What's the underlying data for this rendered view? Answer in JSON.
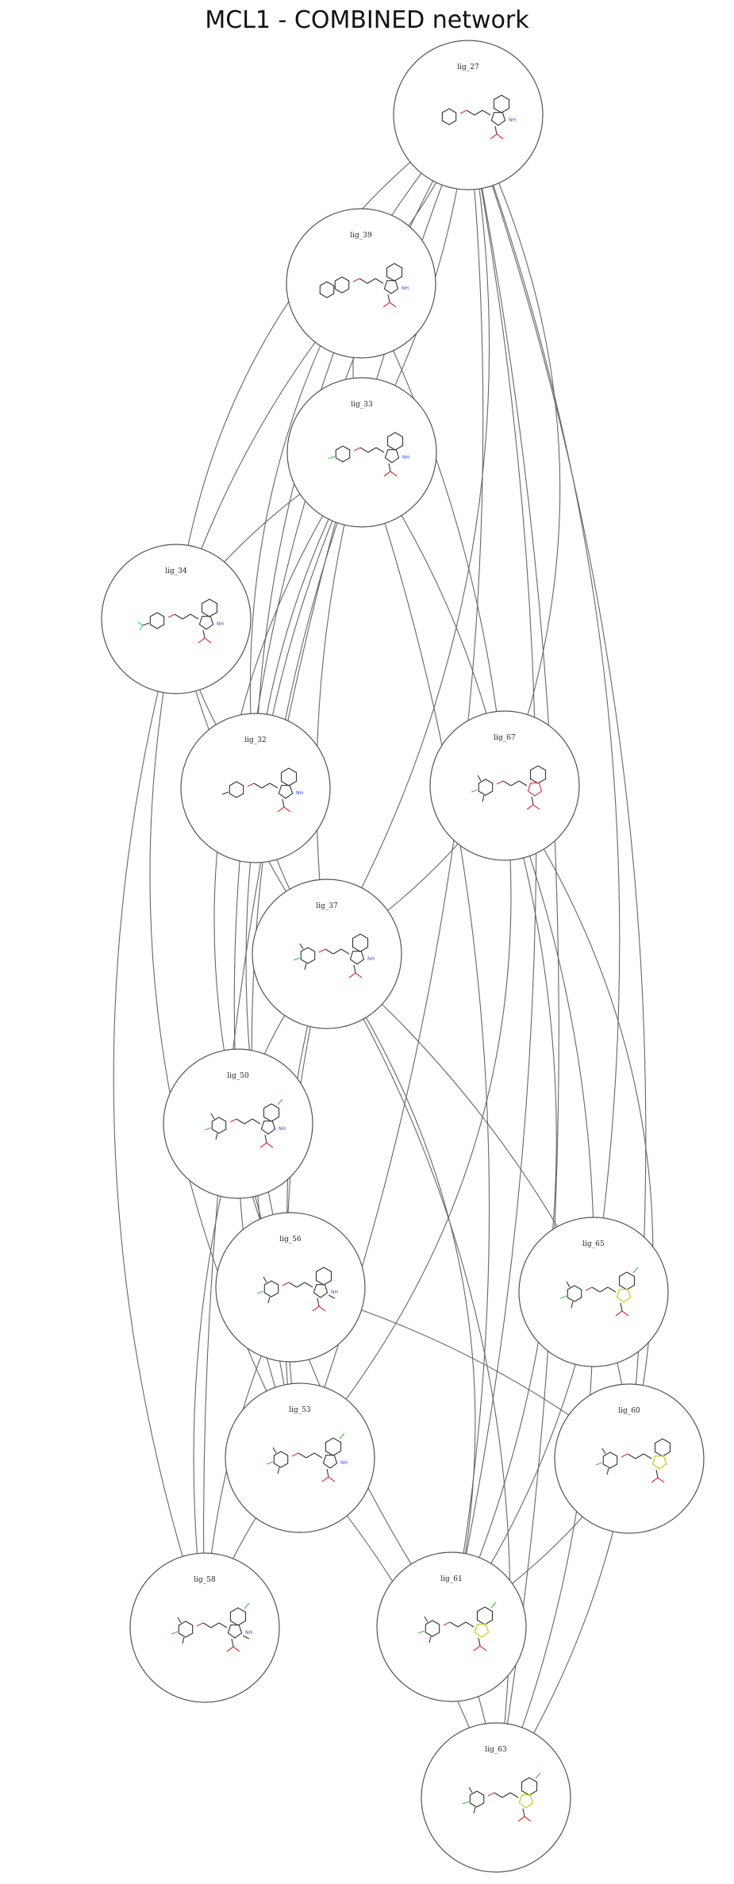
{
  "title": "MCL1 - COMBINED network",
  "nodes": [
    {
      "id": "lig_27",
      "label": "lig_27",
      "substituent": "phenyl",
      "core": "indole"
    },
    {
      "id": "lig_39",
      "label": "lig_39",
      "substituent": "biphenyl",
      "core": "indole"
    },
    {
      "id": "lig_33",
      "label": "lig_33",
      "substituent": "chlorophenyl",
      "core": "indole"
    },
    {
      "id": "lig_34",
      "label": "lig_34",
      "substituent": "trifluoromethylphenyl",
      "core": "indole"
    },
    {
      "id": "lig_32",
      "label": "lig_32",
      "substituent": "methylphenyl",
      "core": "indole"
    },
    {
      "id": "lig_67",
      "label": "lig_67",
      "substituent": "chlorodimethylphenyl",
      "core": "benzofuran"
    },
    {
      "id": "lig_37",
      "label": "lig_37",
      "substituent": "chlorodimethylphenyl",
      "core": "indole"
    },
    {
      "id": "lig_50",
      "label": "lig_50",
      "substituent": "chlorodimethylphenyl",
      "core": "chloroindole"
    },
    {
      "id": "lig_56",
      "label": "lig_56",
      "substituent": "chlorodimethylphenyl",
      "core": "N-methylindole"
    },
    {
      "id": "lig_65",
      "label": "lig_65",
      "substituent": "chlorodimethylphenyl",
      "core": "chlorobenzothiophene"
    },
    {
      "id": "lig_53",
      "label": "lig_53",
      "substituent": "chlorodimethylphenyl",
      "core": "chloroindole"
    },
    {
      "id": "lig_60",
      "label": "lig_60",
      "substituent": "chlorodimethylphenyl",
      "core": "benzothiophene"
    },
    {
      "id": "lig_58",
      "label": "lig_58",
      "substituent": "chlorodimethylphenyl",
      "core": "chloro-N-methylindole"
    },
    {
      "id": "lig_61",
      "label": "lig_61",
      "substituent": "chlorodimethylphenyl",
      "core": "chlorobenzothiophene"
    },
    {
      "id": "lig_63",
      "label": "lig_63",
      "substituent": "chlorodimethylphenyl",
      "core": "chlorobenzothiophene"
    }
  ],
  "edges": [
    [
      "lig_27",
      "lig_39"
    ],
    [
      "lig_27",
      "lig_33"
    ],
    [
      "lig_27",
      "lig_34"
    ],
    [
      "lig_27",
      "lig_32"
    ],
    [
      "lig_27",
      "lig_67"
    ],
    [
      "lig_27",
      "lig_37"
    ],
    [
      "lig_27",
      "lig_50"
    ],
    [
      "lig_27",
      "lig_65"
    ],
    [
      "lig_27",
      "lig_60"
    ],
    [
      "lig_27",
      "lig_61"
    ],
    [
      "lig_27",
      "lig_63"
    ],
    [
      "lig_27",
      "lig_58"
    ],
    [
      "lig_27",
      "lig_53"
    ],
    [
      "lig_39",
      "lig_33"
    ],
    [
      "lig_39",
      "lig_34"
    ],
    [
      "lig_39",
      "lig_32"
    ],
    [
      "lig_39",
      "lig_67"
    ],
    [
      "lig_33",
      "lig_34"
    ],
    [
      "lig_33",
      "lig_32"
    ],
    [
      "lig_33",
      "lig_67"
    ],
    [
      "lig_33",
      "lig_37"
    ],
    [
      "lig_33",
      "lig_50"
    ],
    [
      "lig_33",
      "lig_53"
    ],
    [
      "lig_33",
      "lig_61"
    ],
    [
      "lig_33",
      "lig_56"
    ],
    [
      "lig_34",
      "lig_32"
    ],
    [
      "lig_34",
      "lig_37"
    ],
    [
      "lig_34",
      "lig_53"
    ],
    [
      "lig_34",
      "lig_58"
    ],
    [
      "lig_32",
      "lig_37"
    ],
    [
      "lig_67",
      "lig_37"
    ],
    [
      "lig_67",
      "lig_53"
    ],
    [
      "lig_67",
      "lig_61"
    ],
    [
      "lig_67",
      "lig_65"
    ],
    [
      "lig_67",
      "lig_60"
    ],
    [
      "lig_37",
      "lig_50"
    ],
    [
      "lig_37",
      "lig_56"
    ],
    [
      "lig_37",
      "lig_53"
    ],
    [
      "lig_37",
      "lig_61"
    ],
    [
      "lig_37",
      "lig_65"
    ],
    [
      "lig_37",
      "lig_63"
    ],
    [
      "lig_50",
      "lig_56"
    ],
    [
      "lig_50",
      "lig_53"
    ],
    [
      "lig_50",
      "lig_58"
    ],
    [
      "lig_50",
      "lig_61"
    ],
    [
      "lig_56",
      "lig_53"
    ],
    [
      "lig_56",
      "lig_60"
    ],
    [
      "lig_56",
      "lig_58"
    ],
    [
      "lig_65",
      "lig_61"
    ],
    [
      "lig_65",
      "lig_60"
    ],
    [
      "lig_65",
      "lig_63"
    ],
    [
      "lig_53",
      "lig_58"
    ],
    [
      "lig_53",
      "lig_63"
    ],
    [
      "lig_60",
      "lig_61"
    ],
    [
      "lig_60",
      "lig_63"
    ],
    [
      "lig_61",
      "lig_63"
    ]
  ]
}
